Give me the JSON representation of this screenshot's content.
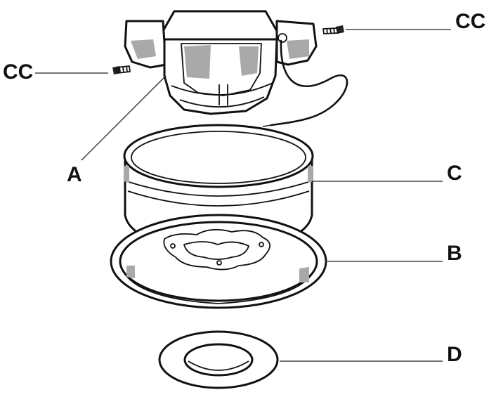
{
  "diagram": {
    "labels": {
      "screw_left": "CC",
      "screw_right": "CC",
      "bracket": "A",
      "canopy": "C",
      "trim_ring": "B",
      "cover_ring": "D"
    },
    "colors": {
      "ink": "#111111",
      "shade": "#a9a9a9",
      "paper": "#ffffff"
    }
  }
}
